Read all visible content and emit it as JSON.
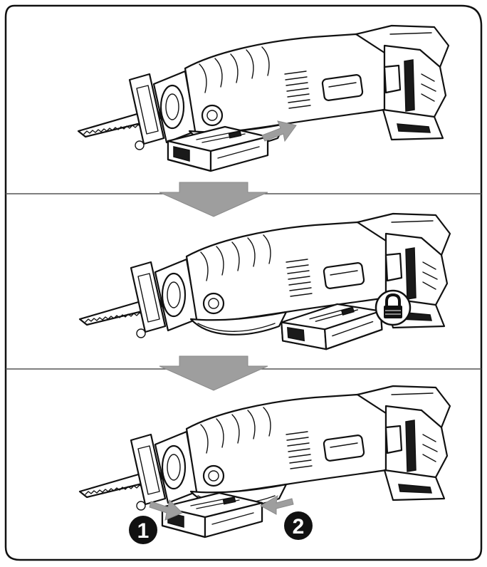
{
  "steps": [
    {
      "id": 1,
      "action": "insert",
      "locked": false
    },
    {
      "id": 2,
      "action": "installed",
      "locked": true
    },
    {
      "id": 3,
      "action": "remove",
      "locked": false
    }
  ],
  "callouts": {
    "first": "1",
    "second": "2"
  },
  "icons": [
    "reciprocating-saw-icon",
    "battery-pack-icon",
    "lock-icon",
    "flow-arrow-icon",
    "motion-arrow-icon"
  ],
  "colors": {
    "line": "#111111",
    "arrow_fill": "#9e9e9e",
    "frame": "#111111",
    "background": "#ffffff"
  }
}
